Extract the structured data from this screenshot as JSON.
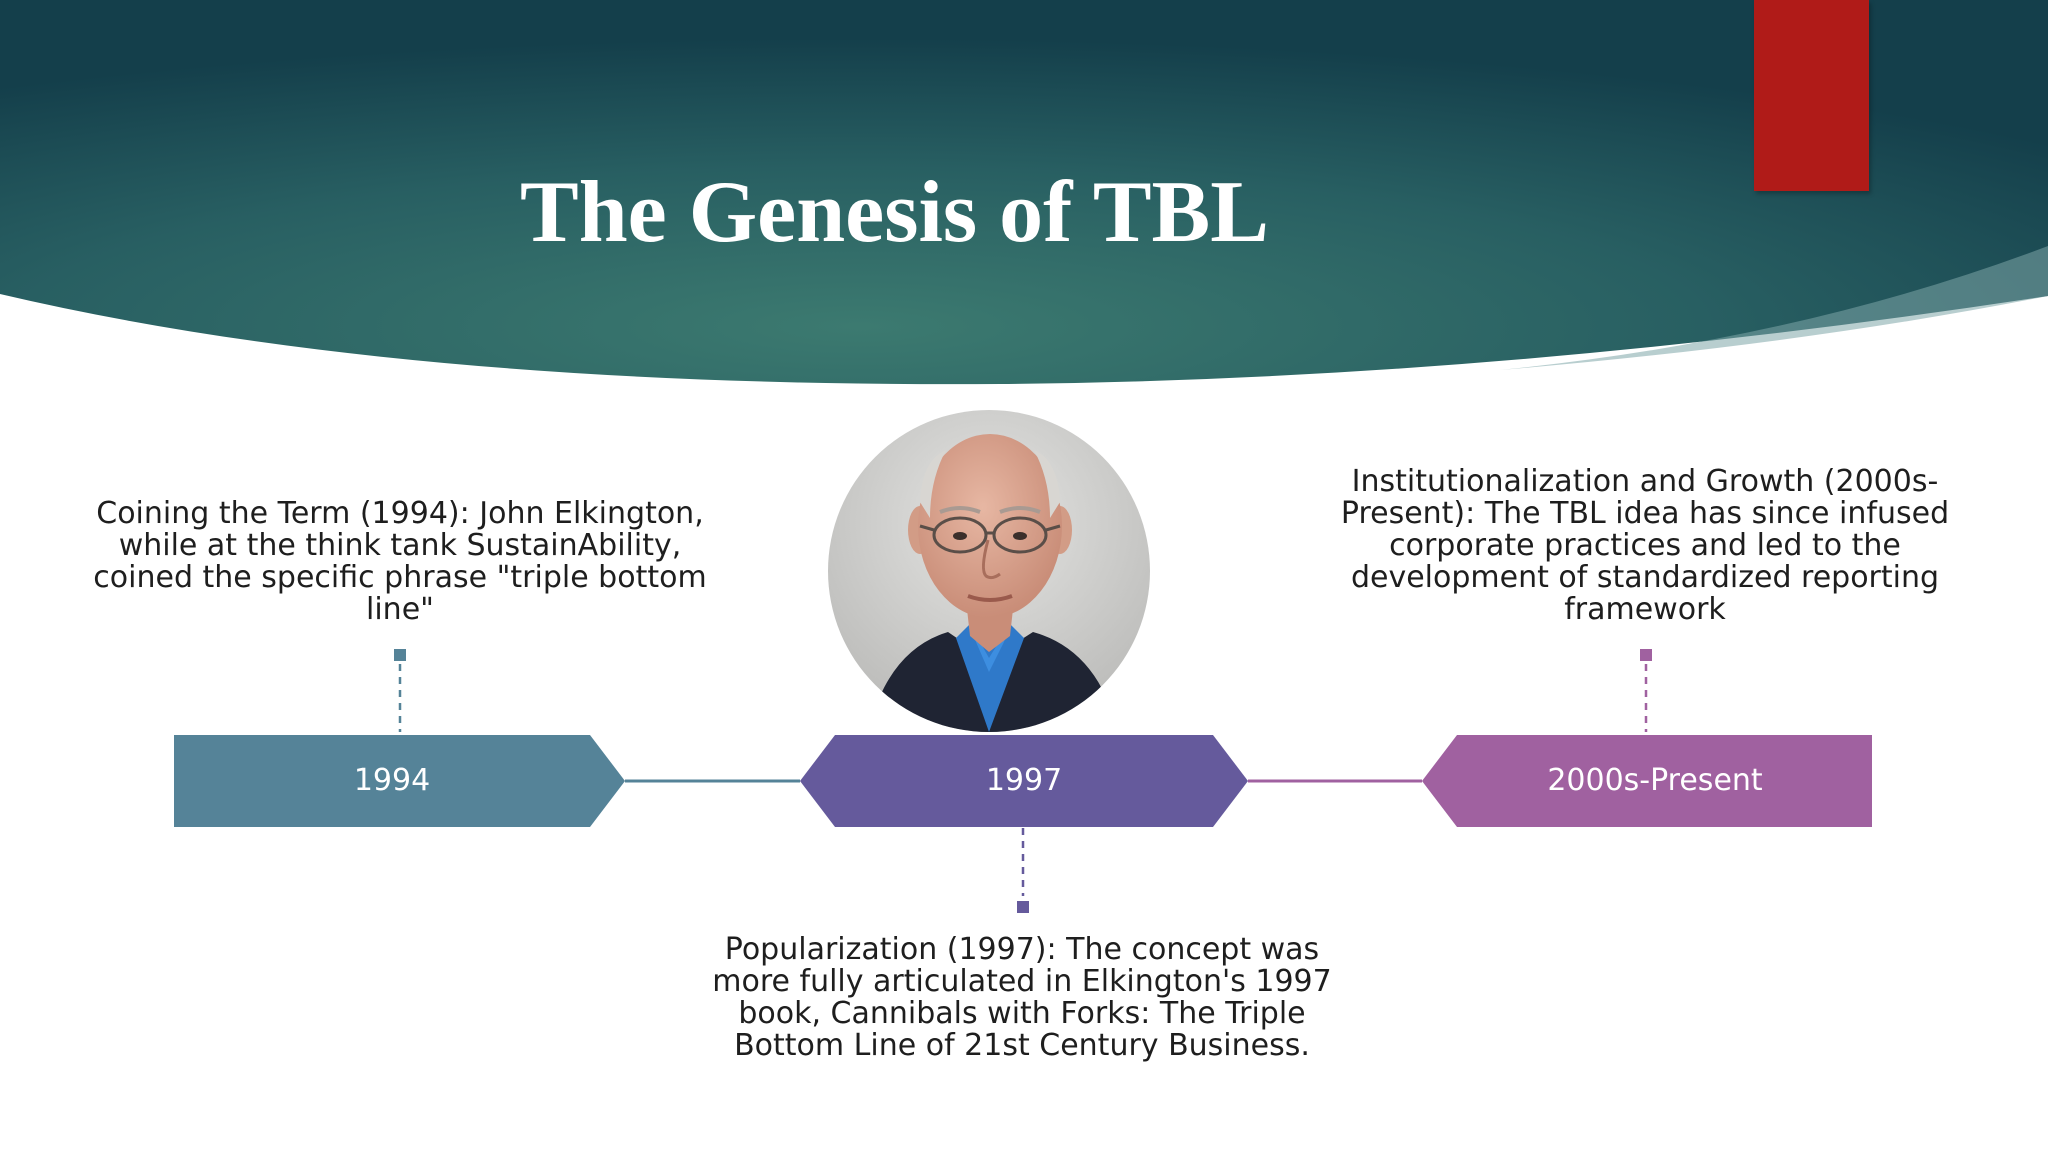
{
  "slide": {
    "title": "The Genesis of TBL"
  },
  "colors": {
    "header_dark": "#143f4b",
    "header_light": "#3c7a70",
    "accent_red": "#b01b18",
    "node_1994": "#558398",
    "node_1997": "#655a9c",
    "node_2000s": "#a061a0"
  },
  "timeline": {
    "milestones": [
      {
        "label": "1994",
        "description": "Coining the Term (1994): John Elkington, while at the think tank SustainAbility, coined the specific phrase \"triple bottom line\""
      },
      {
        "label": "1997",
        "description": "Popularization (1997): The concept was more fully articulated in Elkington's 1997 book, Cannibals with Forks: The Triple Bottom Line of 21st Century Business."
      },
      {
        "label": "2000s-Present",
        "description": "Institutionalization and Growth (2000s-Present): The TBL idea has since infused corporate practices and led to the development of standardized reporting framework"
      }
    ]
  },
  "portrait": {
    "icon": "portrait-photo-icon"
  }
}
